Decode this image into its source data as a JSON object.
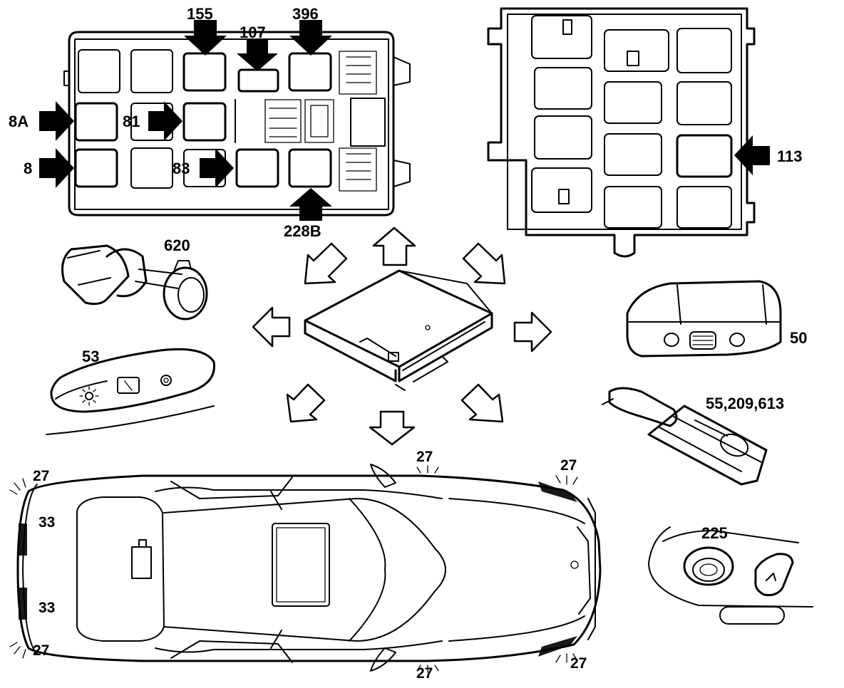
{
  "labels": {
    "l155": "155",
    "l107": "107",
    "l396": "396",
    "l8A": "8A",
    "l81": "81",
    "l8": "8",
    "l83": "83",
    "l228B": "228B",
    "l113": "113",
    "l620": "620",
    "l53": "53",
    "l50": "50",
    "l55_209_613": "55,209,613",
    "l225": "225",
    "l27_a": "27",
    "l27_b": "27",
    "l27_c": "27",
    "l27_d": "27",
    "l27_e": "27",
    "l27_f": "27",
    "l33_a": "33",
    "l33_b": "33"
  }
}
